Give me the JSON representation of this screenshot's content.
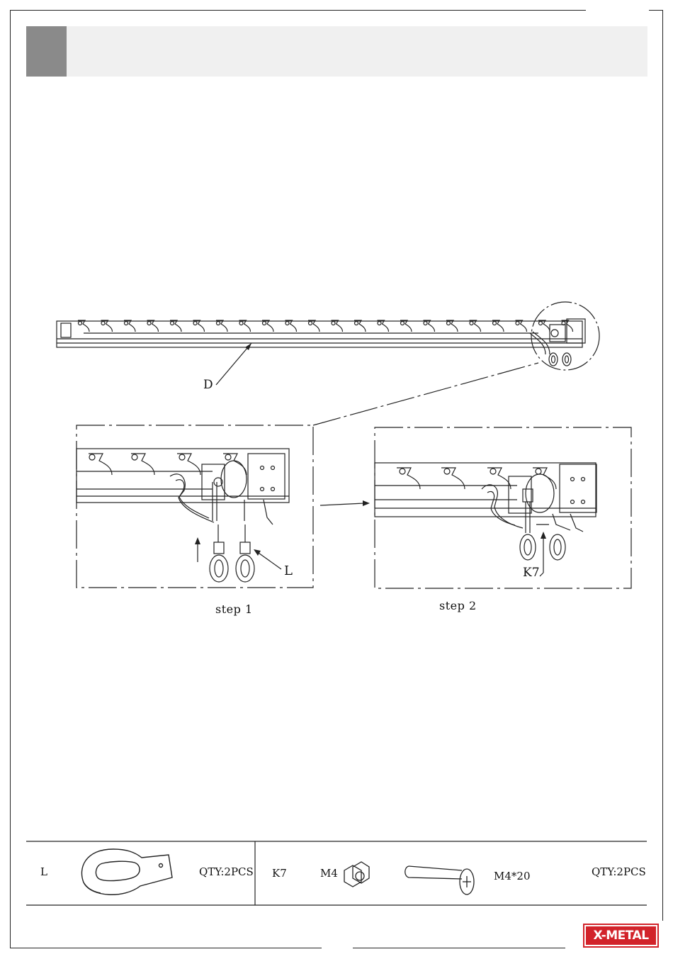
{
  "callouts": {
    "rail_part": "D",
    "bracket_part": "L",
    "screw_part": "K7"
  },
  "steps": {
    "step1": "step 1",
    "step2": "step 2"
  },
  "parts": {
    "left": {
      "id": "L",
      "qty": "QTY:2PCS"
    },
    "right": {
      "id": "K7",
      "nut": "M4",
      "screw": "M4*20",
      "qty": "QTY:2PCS"
    }
  },
  "brand": {
    "logo_text": "X-METAL",
    "logo_color": "#d2232a"
  },
  "colors": {
    "header_bar": "#f0f0f0",
    "header_square": "#8a8a8a",
    "line": "#222222"
  }
}
